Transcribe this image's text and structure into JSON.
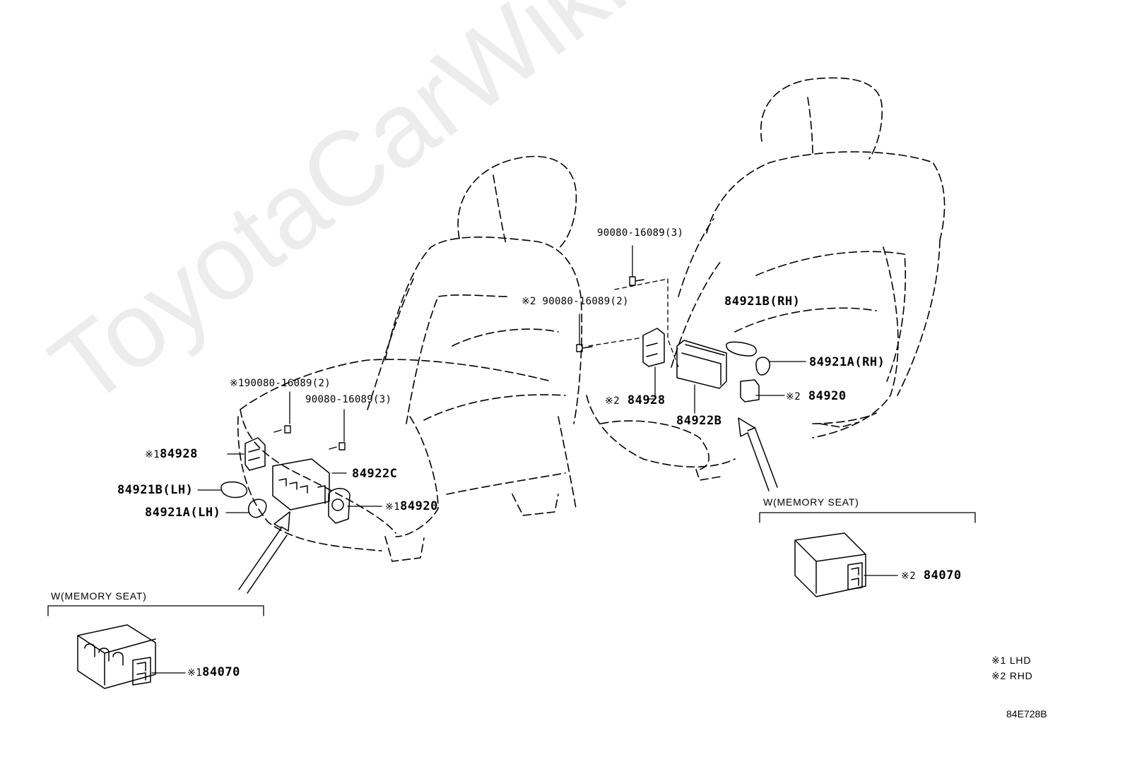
{
  "watermark": "ToyotaCarWiki.ru",
  "diagram_code": "84E728B",
  "legend": [
    {
      "mark": "※1",
      "text": "LHD"
    },
    {
      "mark": "※2",
      "text": "RHD"
    }
  ],
  "callouts": {
    "bolt_top_right": {
      "mark": "",
      "text": "90080-16089(3)"
    },
    "bolt_mid": {
      "mark": "※2",
      "text": "90080-16089(2)"
    },
    "bolt_left_1": {
      "mark": "※1",
      "text": "90080-16089(2)"
    },
    "bolt_left_2": {
      "mark": "",
      "text": "90080-16089(3)"
    },
    "p84921b_rh": {
      "mark": "",
      "text": "84921B(RH)"
    },
    "p84921a_rh": {
      "mark": "",
      "text": "84921A(RH)"
    },
    "p84920_rhd": {
      "mark": "※2",
      "text": "84920"
    },
    "p84928_rhd": {
      "mark": "※2",
      "text": "84928"
    },
    "p84922b": {
      "mark": "",
      "text": "84922B"
    },
    "p84928_lhd": {
      "mark": "※1",
      "text": "84928"
    },
    "p84922c": {
      "mark": "",
      "text": "84922C"
    },
    "p84921b_lh": {
      "mark": "",
      "text": "84921B(LH)"
    },
    "p84921a_lh": {
      "mark": "",
      "text": "84921A(LH)"
    },
    "p84920_lhd": {
      "mark": "※1",
      "text": "84920"
    },
    "p84070_lhd": {
      "mark": "※1",
      "text": "84070"
    },
    "p84070_rhd": {
      "mark": "※2",
      "text": "84070"
    }
  },
  "memory_seat_left": "W(MEMORY SEAT)",
  "memory_seat_right": "W(MEMORY SEAT)"
}
